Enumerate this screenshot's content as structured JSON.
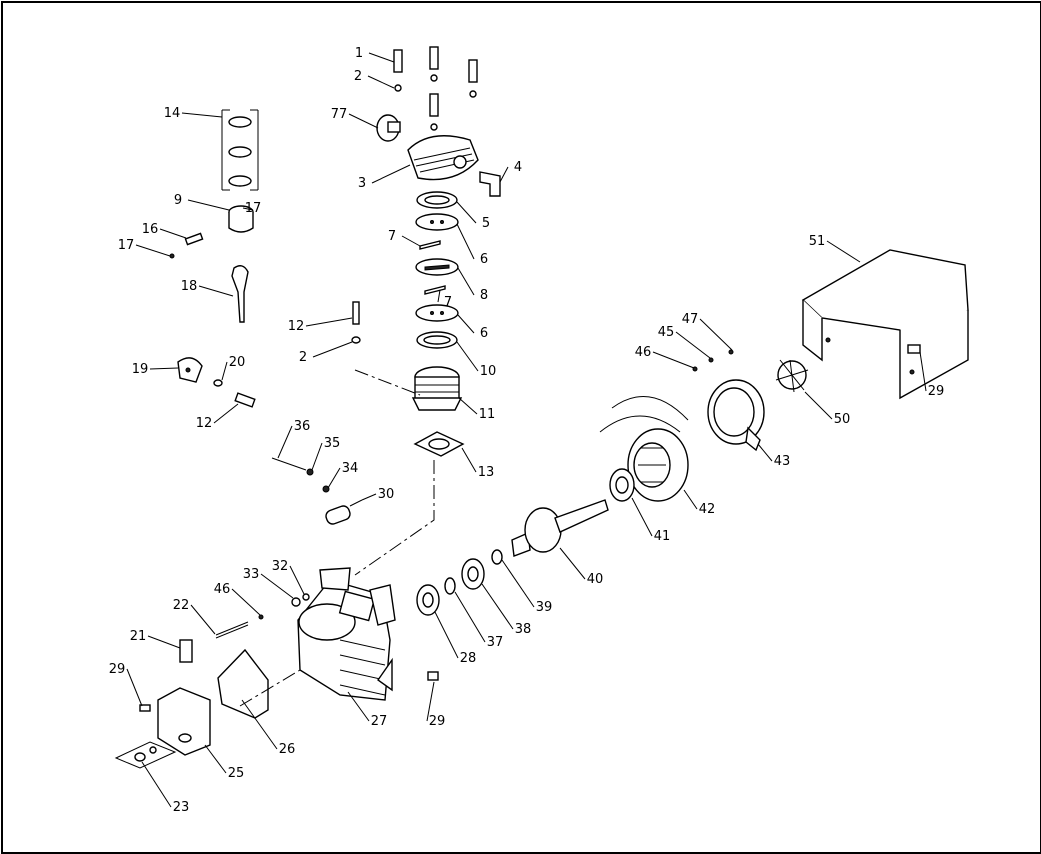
{
  "diagram": {
    "title": "Compressor pump exploded parts diagram",
    "callouts": [
      "1",
      "2",
      "77",
      "3",
      "4",
      "14",
      "9",
      "17",
      "16",
      "17",
      "18",
      "5",
      "7",
      "6",
      "8",
      "7",
      "12",
      "2",
      "6",
      "10",
      "11",
      "19",
      "20",
      "12",
      "36",
      "35",
      "34",
      "30",
      "13",
      "51",
      "47",
      "45",
      "46",
      "29",
      "50",
      "43",
      "42",
      "41",
      "40",
      "39",
      "38",
      "37",
      "28",
      "33",
      "32",
      "46",
      "22",
      "21",
      "29",
      "27",
      "29",
      "26",
      "25",
      "23"
    ]
  }
}
